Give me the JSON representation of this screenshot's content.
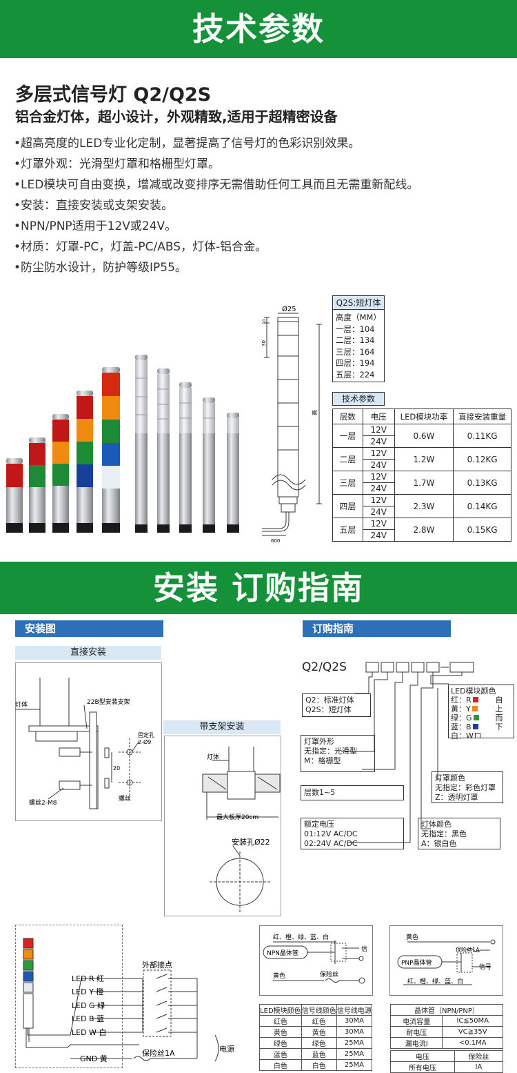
{
  "banner1": "技术参数",
  "banner2": "安装 订购指南",
  "product": {
    "title": "多层式信号灯 Q2/Q2S",
    "subtitle": "铝合金灯体，超小设计，外观精致,适用于超精密设备",
    "features": [
      "•超高亮度的LED专业化定制，显著提高了信号灯的色彩识别效果。",
      "•灯罩外观：光滑型灯罩和格栅型灯罩。",
      "•LED模块可自由变换，增减或改变排序无需借助任何工具而且无需重新配线。",
      "•安装：直接安装或支架安装。",
      "•NPN/PNP适用于12V或24V。",
      "•材质：灯罩-PC，灯盖-PC/ABS，灯体-铝合金。",
      "•防尘防水设计，防护等级IP55。"
    ]
  },
  "dims": {
    "diameter": "Ø25",
    "d10": "10",
    "d30": "30",
    "high": "高",
    "cable": "600"
  },
  "q2s_box": {
    "title": "Q2S:短灯体",
    "heading": "高度（MM）",
    "rows": [
      "一层：104",
      "二层：134",
      "三层：164",
      "四层：194",
      "五层：224"
    ]
  },
  "spec": {
    "title": "技术参数",
    "headers": [
      "层数",
      "电压",
      "LED模块功率",
      "直接安装重量"
    ],
    "rows": [
      {
        "layer": "一层",
        "v1": "12V",
        "v2": "24V",
        "power": "0.6W",
        "weight": "0.11KG"
      },
      {
        "layer": "二层",
        "v1": "12V",
        "v2": "24V",
        "power": "1.2W",
        "weight": "0.12KG"
      },
      {
        "layer": "三层",
        "v1": "12V",
        "v2": "24V",
        "power": "1.7W",
        "weight": "0.13KG"
      },
      {
        "layer": "四层",
        "v1": "12V",
        "v2": "24V",
        "power": "2.3W",
        "weight": "0.14KG"
      },
      {
        "layer": "五层",
        "v1": "12V",
        "v2": "24V",
        "power": "2.8W",
        "weight": "0.15KG"
      }
    ]
  },
  "install": {
    "tag": "安装图",
    "direct": {
      "title": "直接安装",
      "lamp": "灯体",
      "bracket": "22B型安装支架",
      "hole_label": "固定孔",
      "hole": "2-Ø9",
      "spacing": "20",
      "screw_left": "螺丝2-M8",
      "screw_right": "螺丝"
    },
    "bracket": {
      "title": "带支架安装",
      "lamp": "灯体",
      "max": "最大板厚20cm",
      "hole": "安装孔Ø22"
    }
  },
  "order": {
    "tag": "订购指南",
    "model": "Q2/Q2S",
    "box_type": [
      "Q2：标准灯体",
      "Q2S：短灯体"
    ],
    "box_shape": [
      "灯罩外形",
      "无指定：光滑型",
      "M：格栅型"
    ],
    "box_layers": "层数1~5",
    "box_voltage": [
      "额定电压",
      "01:12V AC/DC",
      "02:24V AC/DC"
    ],
    "box_body": [
      "灯体颜色",
      "无指定：黑色",
      "A：银白色"
    ],
    "box_cover": [
      "灯罩颜色",
      "无指定：彩色灯罩",
      "Z：透明灯罩"
    ],
    "led_colors": {
      "title": "LED模块颜色",
      "items": [
        {
          "label": "红：R",
          "color": "#e02020"
        },
        {
          "label": "黄：Y",
          "color": "#f08a10"
        },
        {
          "label": "绿：G",
          "color": "#2a9a3a"
        },
        {
          "label": "蓝：B",
          "color": "#1a3f9a"
        },
        {
          "label": "白：W",
          "color": "#ffffff"
        }
      ],
      "order_text": [
        "自",
        "上",
        "而",
        "下"
      ]
    }
  },
  "wiring": {
    "contacts": "外部接点",
    "leds": [
      "LED R  红",
      "LED Y  橙",
      "LED G  绿",
      "LED B  蓝",
      "LED W  白"
    ],
    "gnd": "GND  黄",
    "fuse": "保险丝1A",
    "power": "电源"
  },
  "npn": {
    "colors": "红、橙、绿、蓝、白",
    "label": "NPN晶体管",
    "signal": "信",
    "yellow": "黄色",
    "fuse": "保险丝"
  },
  "pnp": {
    "yellow": "黄色",
    "label": "PNP晶体管",
    "fuse": "保险丝1A",
    "signal": "信号",
    "colors": "红、橙、绿、蓝、白"
  },
  "led_table": {
    "headers": [
      "LED模块颜色",
      "信号线颜色",
      "信号线电源"
    ],
    "rows": [
      [
        "红色",
        "红色",
        "30MA"
      ],
      [
        "黄色",
        "黄色",
        "30MA"
      ],
      [
        "绿色",
        "绿色",
        "25MA"
      ],
      [
        "蓝色",
        "蓝色",
        "25MA"
      ],
      [
        "白色",
        "白色",
        "25MA"
      ]
    ]
  },
  "transistor_table": {
    "title": "晶体管（NPN/PNP）",
    "rows": [
      [
        "电流容量",
        "IC≦50MA"
      ],
      [
        "耐电压",
        "VC≧35V"
      ],
      [
        "漏电流I",
        "<0.1MA"
      ]
    ],
    "headers2": [
      "电压",
      "保险丝"
    ],
    "row2": [
      "所有电压",
      "IA"
    ]
  }
}
